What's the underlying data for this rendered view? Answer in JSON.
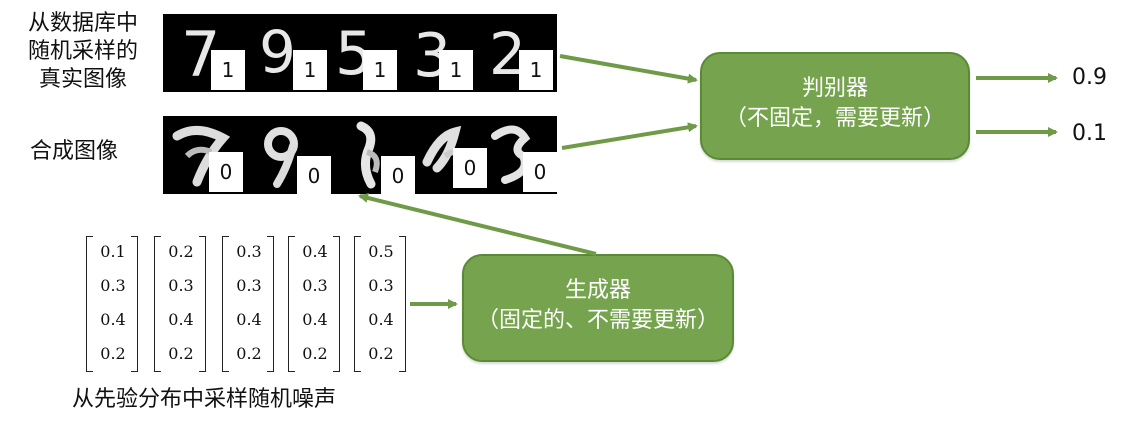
{
  "labels": {
    "real_images": [
      "从数据库中",
      "随机采样的",
      "真实图像"
    ],
    "fake_images": "合成图像",
    "noise_caption": "从先验分布中采样随机噪声"
  },
  "real_strip": {
    "digits": [
      "7",
      "9",
      "5",
      "3",
      "2"
    ],
    "tags": [
      "1",
      "1",
      "1",
      "1",
      "1"
    ]
  },
  "fake_strip": {
    "tags": [
      "0",
      "0",
      "0",
      "0",
      "0"
    ]
  },
  "discriminator": {
    "title": "判别器",
    "subtitle": "（不固定，需要更新）",
    "outputs": [
      "0.9",
      "0.1"
    ]
  },
  "generator": {
    "title": "生成器",
    "subtitle": "（固定的、不需要更新）"
  },
  "noise_vectors": [
    [
      "0.1",
      "0.3",
      "0.4",
      "0.2"
    ],
    [
      "0.2",
      "0.3",
      "0.4",
      "0.2"
    ],
    [
      "0.3",
      "0.3",
      "0.4",
      "0.2"
    ],
    [
      "0.4",
      "0.3",
      "0.4",
      "0.2"
    ],
    [
      "0.5",
      "0.3",
      "0.4",
      "0.2"
    ]
  ],
  "colors": {
    "box_fill": "#76a34e",
    "box_border": "#5b8a35",
    "arrow": "#6f9a47"
  }
}
